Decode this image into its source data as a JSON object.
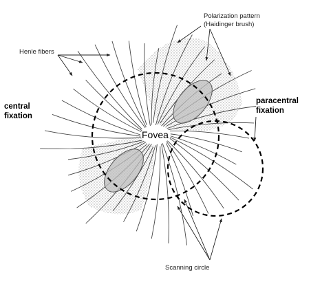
{
  "labels": {
    "polarization_line1": "Polarization pattern",
    "polarization_line2": "(Haidinger brush)",
    "henle": "Henle fibers",
    "central_line1": "central",
    "central_line2": "fixation",
    "paracentral_line1": "paracentral",
    "paracentral_line2": "fixation",
    "fovea": "Fovea",
    "scanning": "Scanning circle"
  },
  "colors": {
    "fiber": "#444444",
    "stipple": "#9a9a9a",
    "brush_fill": "#bdbdbd",
    "dashed": "#000000",
    "text": "#222222"
  }
}
